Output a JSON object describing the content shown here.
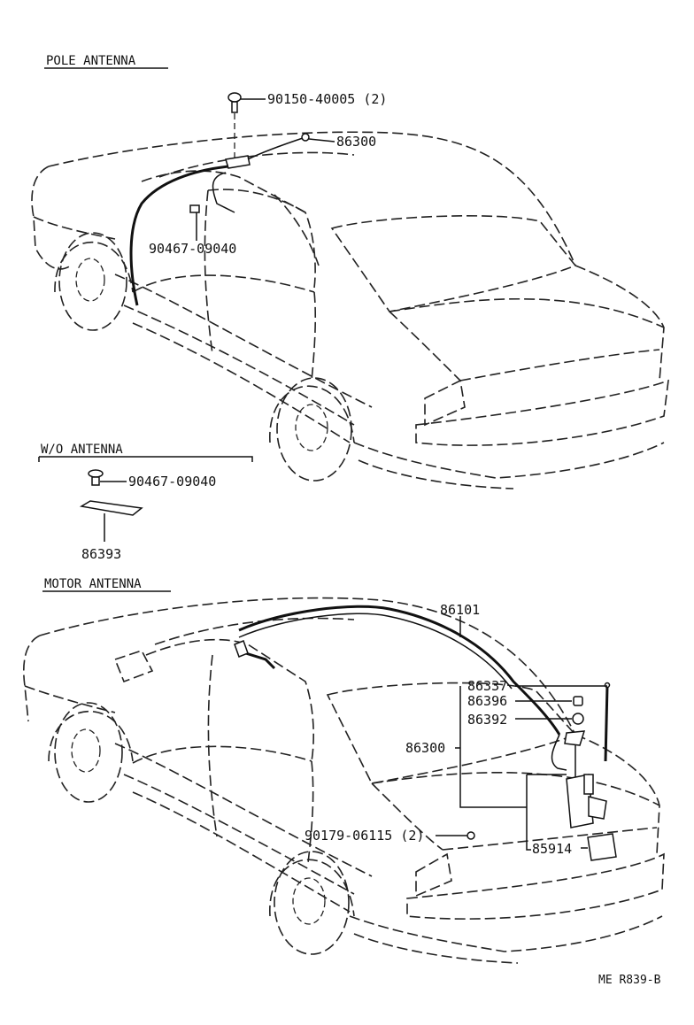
{
  "sections": {
    "pole_antenna": "POLE ANTENNA",
    "wo_antenna": "W/O ANTENNA",
    "motor_antenna": "MOTOR ANTENNA"
  },
  "pole_parts": {
    "screw": "90150-40005 (2)",
    "antenna": "86300",
    "clip": "90467-09040"
  },
  "wo_parts": {
    "clip": "90467-09040",
    "cover": "86393"
  },
  "motor_parts": {
    "cord": "86101",
    "pole": "86337",
    "nut": "86396",
    "bezel": "86392",
    "antenna": "86300",
    "screw": "90179-06115 (2)",
    "relay": "85914"
  },
  "footer": {
    "code": "ME R839-B"
  }
}
